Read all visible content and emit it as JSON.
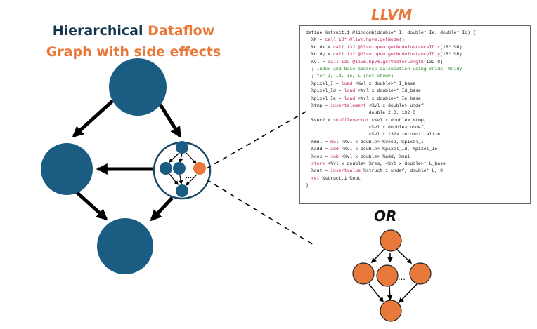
{
  "title": {
    "line1_part1": "Hierarchical",
    "line1_part2": "Dataflow",
    "line2": "Graph with side effects"
  },
  "llvm_label": "LLVM",
  "or_label": "OR",
  "ellipsis_inner": "...",
  "ellipsis_alt": "...",
  "colors": {
    "navy_node": "#1b5d82",
    "orange_node": "#e8793a",
    "title_navy": "#12344d",
    "keyword_pink": "#c0226a",
    "comment_green": "#2d8a2d"
  },
  "code": [
    [
      [
        "pl",
        "define %struct.1 @lincomb(double* I, double* Ie, double* Id) {"
      ]
    ],
    [
      [
        "pl",
        "  %N = "
      ],
      [
        "kw",
        "call i8* @llvm.hpvm.getNode"
      ],
      [
        "pl",
        "()"
      ]
    ],
    [
      [
        "pl",
        "  %nidx = "
      ],
      [
        "kw",
        "call i32 @llvm.hpvm.getNodeInstanceID.x"
      ],
      [
        "pl",
        "(i8* %N)"
      ]
    ],
    [
      [
        "pl",
        "  %nidy = "
      ],
      [
        "kw",
        "call i32 @llvm.hpvm.getNodeInstanceID.y"
      ],
      [
        "pl",
        "(i8* %N)"
      ]
    ],
    [
      [
        "pl",
        "  %vl = "
      ],
      [
        "kw",
        "call i32 @llvm.hpvm.getVectorLength"
      ],
      [
        "pl",
        "(i32 8)"
      ]
    ],
    [
      [
        "cm",
        "  ; Index and base address calculation using %nidx, %nidy"
      ]
    ],
    [
      [
        "cm",
        "  ; for I, Id, Ie, L (not shown)"
      ]
    ],
    [
      [
        "pl",
        "  %pixel_I = "
      ],
      [
        "kw",
        "load"
      ],
      [
        "pl",
        " <%vl x double>* I_base"
      ]
    ],
    [
      [
        "pl",
        "  %pixel_Id = "
      ],
      [
        "kw",
        "load"
      ],
      [
        "pl",
        " <%vl x double>* Id_base"
      ]
    ],
    [
      [
        "pl",
        "  %pixel_Ie = "
      ],
      [
        "kw",
        "load"
      ],
      [
        "pl",
        " <%vl x double>* Ie_base"
      ]
    ],
    [
      [
        "pl",
        "  %tmp = "
      ],
      [
        "kw",
        "insertelement"
      ],
      [
        "pl",
        " <%vl x double> undef,"
      ]
    ],
    [
      [
        "pl",
        "                       double 2.0, i32 0"
      ]
    ],
    [
      [
        "pl",
        "  %vec2 = "
      ],
      [
        "kw",
        "shufflevector"
      ],
      [
        "pl",
        " <%vl x double> %tmp,"
      ]
    ],
    [
      [
        "pl",
        "                       <%vl x double> undef,"
      ]
    ],
    [
      [
        "pl",
        "                       <%vl x i32> zeroinitializer"
      ]
    ],
    [
      [
        "pl",
        "  %mul = "
      ],
      [
        "kw",
        "mul"
      ],
      [
        "pl",
        " <%vl x double> %vec2, %pixel_I"
      ]
    ],
    [
      [
        "pl",
        "  %add = "
      ],
      [
        "kw",
        "add"
      ],
      [
        "pl",
        " <%vl x double> %pixel_Id, %pixel_Ie"
      ]
    ],
    [
      [
        "pl",
        "  %res = "
      ],
      [
        "kw",
        "sub"
      ],
      [
        "pl",
        " <%vl x double> %add, %mul"
      ]
    ],
    [
      [
        "pl",
        "  "
      ],
      [
        "kw",
        "store"
      ],
      [
        "pl",
        " <%vl x double> %res, <%vl x double>* L_base"
      ]
    ],
    [
      [
        "pl",
        "  %out = "
      ],
      [
        "kw",
        "insertvalue"
      ],
      [
        "pl",
        " %struct.1 undef, double* L, 0"
      ]
    ],
    [
      [
        "pl",
        "  "
      ],
      [
        "kw",
        "ret"
      ],
      [
        "pl",
        " %struct.1 %out"
      ]
    ],
    [
      [
        "pl",
        "}"
      ]
    ]
  ]
}
